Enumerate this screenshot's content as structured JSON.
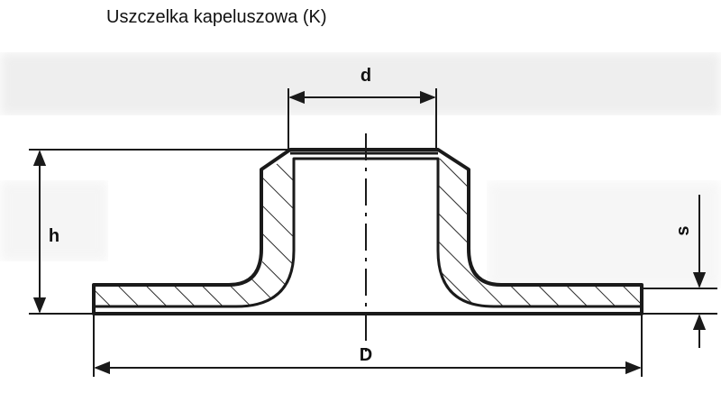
{
  "title": "Uszczelka kapeluszowa (K)",
  "labels": {
    "d": "d",
    "h": "h",
    "s": "s",
    "D": "D"
  },
  "colors": {
    "ink": "#1a1a1a",
    "hatch": "#2a2a2a",
    "background_band": "#d8d8d8"
  }
}
